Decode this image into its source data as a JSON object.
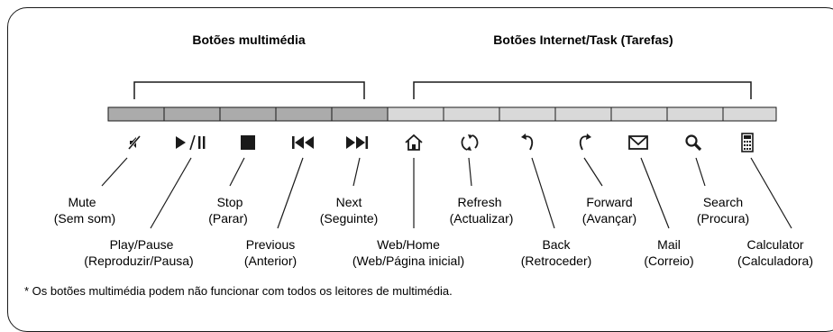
{
  "groups": {
    "multimedia": "Botões multimédia",
    "internet": "Botões Internet/Task (Tarefas)"
  },
  "colors": {
    "multimedia_segment": "#ababab",
    "internet_segment": "#d9d9d9",
    "line": "#1a1a1a"
  },
  "buttons": [
    {
      "icon": "mute-icon",
      "name": "Mute",
      "translation": "(Sem som)"
    },
    {
      "icon": "play-pause-icon",
      "name": "Play/Pause",
      "translation": "(Reproduzir/Pausa)"
    },
    {
      "icon": "stop-icon",
      "name": "Stop",
      "translation": "(Parar)"
    },
    {
      "icon": "previous-icon",
      "name": "Previous",
      "translation": "(Anterior)"
    },
    {
      "icon": "next-icon",
      "name": "Next",
      "translation": "(Seguinte)"
    },
    {
      "icon": "home-icon",
      "name": "Web/Home",
      "translation": "(Web/Página inicial)"
    },
    {
      "icon": "refresh-icon",
      "name": "Refresh",
      "translation": "(Actualizar)"
    },
    {
      "icon": "back-icon",
      "name": "Back",
      "translation": "(Retroceder)"
    },
    {
      "icon": "forward-icon",
      "name": "Forward",
      "translation": "(Avançar)"
    },
    {
      "icon": "mail-icon",
      "name": "Mail",
      "translation": "(Correio)"
    },
    {
      "icon": "search-icon",
      "name": "Search",
      "translation": "(Procura)"
    },
    {
      "icon": "calculator-icon",
      "name": "Calculator",
      "translation": "(Calculadora)"
    }
  ],
  "footnote": "* Os botões multimédia podem não funcionar com todos os leitores de multimédia."
}
